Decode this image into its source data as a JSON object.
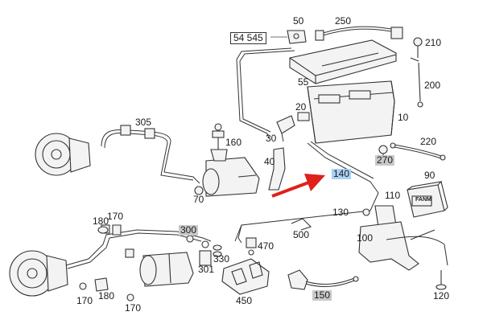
{
  "callouts": {
    "c50": "50",
    "c54545": "54 545",
    "c250": "250",
    "c210": "210",
    "c55": "55",
    "c200": "200",
    "c305": "305",
    "c20": "20",
    "c10": "10",
    "c160": "160",
    "c30": "30",
    "c220": "220",
    "c40": "40",
    "c270": "270",
    "c140": "140",
    "c90": "90",
    "c70": "70",
    "c110": "110",
    "c180a": "180",
    "c170a": "170",
    "c130": "130",
    "c300": "300",
    "c500": "500",
    "c100": "100",
    "c470": "470",
    "c330": "330",
    "c301": "301",
    "c170b": "170",
    "c180b": "180",
    "c170c": "170",
    "c450": "450",
    "c150": "150",
    "c120": "120"
  },
  "highlight_colors": {
    "gray": "#c9c9c9",
    "blue": "#a9d1f5",
    "arrow": "#e0201b"
  },
  "relay_label": "FANM"
}
